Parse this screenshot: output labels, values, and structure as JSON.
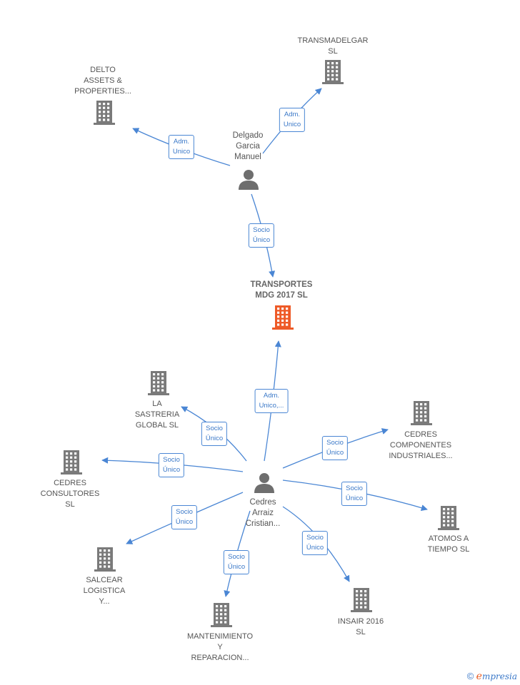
{
  "colors": {
    "edge": "#4a86d4",
    "company": "#7a7a7a",
    "focus": "#ee5a27",
    "person": "#6e6e6e"
  },
  "nodes": [
    {
      "id": "transmadelgar",
      "kind": "company",
      "label": "TRANSMADELGAR\nSL"
    },
    {
      "id": "delto",
      "kind": "company",
      "label": "DELTO\nASSETS &\nPROPERTIES..."
    },
    {
      "id": "delgado",
      "kind": "person",
      "label": "Delgado\nGarcia\nManuel"
    },
    {
      "id": "transportes",
      "kind": "focus",
      "label": "TRANSPORTES\nMDG 2017  SL"
    },
    {
      "id": "sastreria",
      "kind": "company",
      "label": "LA\nSASTRERIA\nGLOBAL  SL"
    },
    {
      "id": "cedres_componentes",
      "kind": "company",
      "label": "CEDRES\nCOMPONENTES\nINDUSTRIALES..."
    },
    {
      "id": "cedres_consultores",
      "kind": "company",
      "label": "CEDRES\nCONSULTORES\nSL"
    },
    {
      "id": "cedres_arraiz",
      "kind": "person",
      "label": "Cedres\nArraiz\nCristian..."
    },
    {
      "id": "atomos",
      "kind": "company",
      "label": "ATOMOS A\nTIEMPO SL"
    },
    {
      "id": "salcear",
      "kind": "company",
      "label": "SALCEAR\nLOGISTICA\nY..."
    },
    {
      "id": "insair",
      "kind": "company",
      "label": "INSAIR 2016\nSL"
    },
    {
      "id": "mantenimiento",
      "kind": "company",
      "label": "MANTENIMIENTO\nY\nREPARACION..."
    }
  ],
  "edges": [
    {
      "from": "delgado",
      "to": "transmadelgar",
      "label": "Adm.\nUnico"
    },
    {
      "from": "delgado",
      "to": "delto",
      "label": "Adm.\nUnico"
    },
    {
      "from": "delgado",
      "to": "transportes",
      "label": "Socio\nÚnico"
    },
    {
      "from": "cedres_arraiz",
      "to": "transportes",
      "label": "Adm.\nUnico,..."
    },
    {
      "from": "cedres_arraiz",
      "to": "sastreria",
      "label": "Socio\nÚnico"
    },
    {
      "from": "cedres_arraiz",
      "to": "cedres_componentes",
      "label": "Socio\nÚnico"
    },
    {
      "from": "cedres_arraiz",
      "to": "cedres_consultores",
      "label": "Socio\nÚnico"
    },
    {
      "from": "cedres_arraiz",
      "to": "atomos",
      "label": "Socio\nÚnico"
    },
    {
      "from": "cedres_arraiz",
      "to": "salcear",
      "label": "Socio\nÚnico"
    },
    {
      "from": "cedres_arraiz",
      "to": "insair",
      "label": "Socio\nÚnico"
    },
    {
      "from": "cedres_arraiz",
      "to": "mantenimiento",
      "label": "Socio\nÚnico"
    }
  ],
  "footer": {
    "copyright": "©",
    "brand_first": "e",
    "brand_rest": "mpresia"
  }
}
